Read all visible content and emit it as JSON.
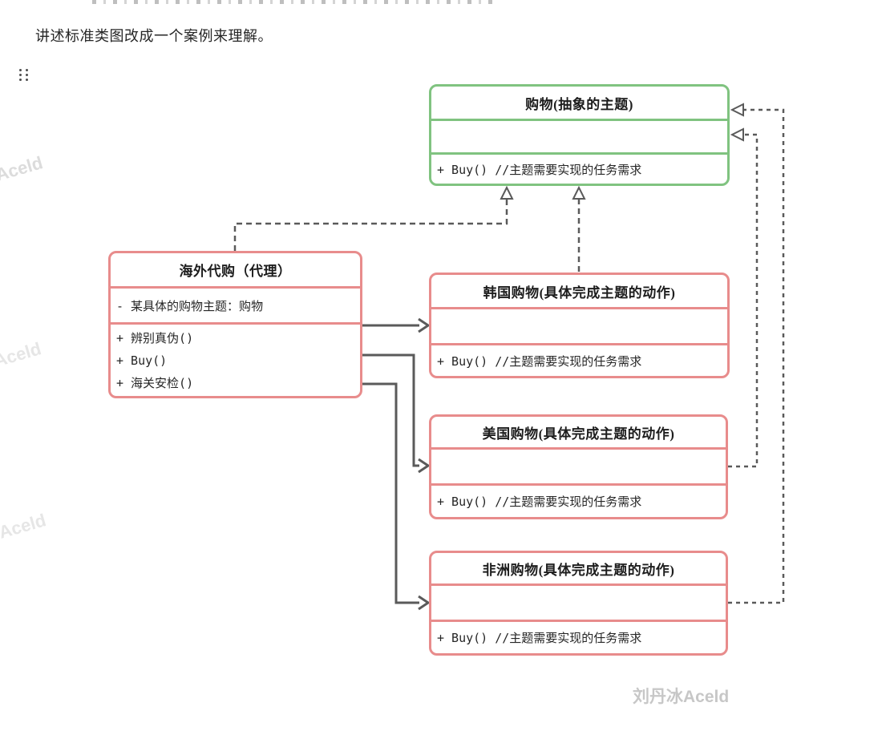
{
  "page": {
    "intro": "讲述标准类图改成一个案例来理解。"
  },
  "diagram": {
    "abstract": {
      "title": "购物(抽象的主题)",
      "method": "+ Buy() //主题需要实现的任务需求",
      "border_color": "#80c380"
    },
    "proxy": {
      "title": "海外代购（代理）",
      "attribute": "- 某具体的购物主题：购物",
      "methods": [
        "+ 辨别真伪()",
        "+ Buy()",
        "+ 海关安检()"
      ],
      "border_color": "#e88c8c"
    },
    "korea": {
      "title": "韩国购物(具体完成主题的动作)",
      "method": "+ Buy() //主题需要实现的任务需求",
      "border_color": "#e88c8c"
    },
    "usa": {
      "title": "美国购物(具体完成主题的动作)",
      "method": "+ Buy() //主题需要实现的任务需求",
      "border_color": "#e88c8c"
    },
    "africa": {
      "title": "非洲购物(具体完成主题的动作)",
      "method": "+ Buy() //主题需要实现的任务需求",
      "border_color": "#e88c8c"
    },
    "connector_color": "#5a5a5a"
  },
  "watermarks": {
    "bottom": "刘丹冰Aceld",
    "side": "Aceld"
  }
}
